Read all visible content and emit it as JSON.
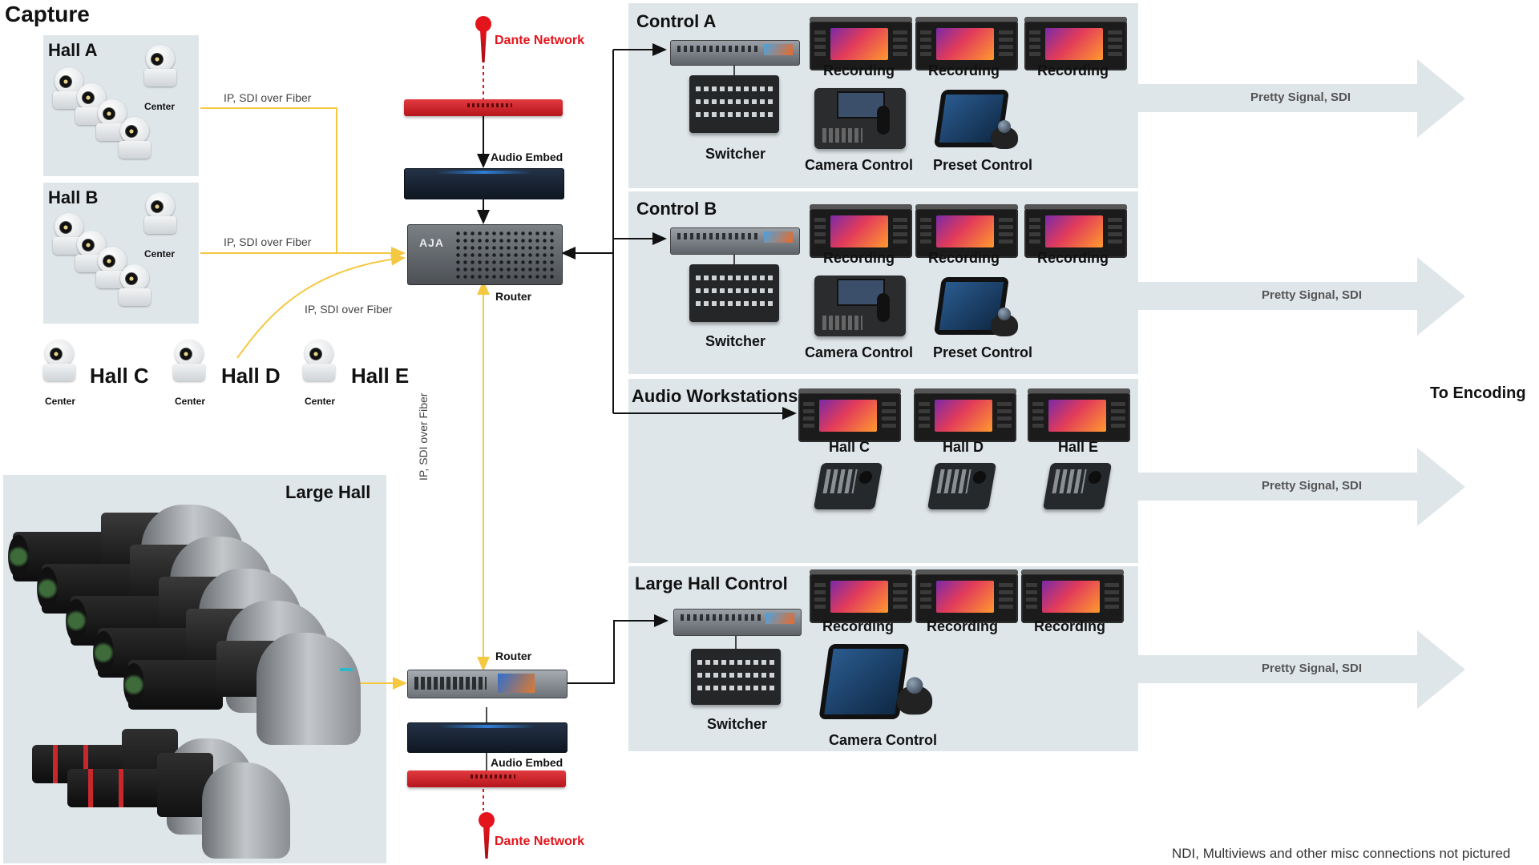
{
  "title": "Capture",
  "footnote": "NDI, Multiviews and other misc connections not pictured",
  "colors": {
    "panel": "#dfe6ea",
    "fiber": "#f5c842",
    "dante": "#e3141b",
    "arrow": "#dfe6ea"
  },
  "halls": {
    "hall_a": {
      "title": "Hall A",
      "center": "Center"
    },
    "hall_b": {
      "title": "Hall B",
      "center": "Center"
    },
    "hall_c": {
      "title": "Hall C",
      "center": "Center"
    },
    "hall_d": {
      "title": "Hall D",
      "center": "Center"
    },
    "hall_e": {
      "title": "Hall E",
      "center": "Center"
    },
    "large": {
      "title": "Large Hall"
    }
  },
  "wires": {
    "fiber_a": "IP, SDI over Fiber",
    "fiber_b": "IP, SDI over Fiber",
    "fiber_d": "IP, SDI over Fiber",
    "fiber_vertical": "IP, SDI over Fiber"
  },
  "core": {
    "dante_top": "Dante Network",
    "audio_embed_top": "Audio Embed",
    "router_top": "Router",
    "kumo_brand": "AJA",
    "router_bottom": "Router",
    "audio_embed_bottom": "Audio Embed",
    "dante_bottom": "Dante Network"
  },
  "control_a": {
    "title": "Control A",
    "recordings": [
      "Recording",
      "Recording",
      "Recording"
    ],
    "switcher": "Switcher",
    "camera_control": "Camera Control",
    "preset_control": "Preset Control"
  },
  "control_b": {
    "title": "Control B",
    "recordings": [
      "Recording",
      "Recording",
      "Recording"
    ],
    "switcher": "Switcher",
    "camera_control": "Camera Control",
    "preset_control": "Preset Control"
  },
  "audio_ws": {
    "title": "Audio Workstations",
    "halls": [
      "Hall C",
      "Hall D",
      "Hall E"
    ]
  },
  "large_control": {
    "title": "Large Hall Control",
    "recordings": [
      "Recording",
      "Recording",
      "Recording"
    ],
    "switcher": "Switcher",
    "camera_control": "Camera Control"
  },
  "outputs": {
    "arrows": [
      "Pretty Signal, SDI",
      "Pretty Signal, SDI",
      "Pretty Signal, SDI",
      "Pretty Signal, SDI"
    ],
    "to_encoding": "To Encoding"
  }
}
